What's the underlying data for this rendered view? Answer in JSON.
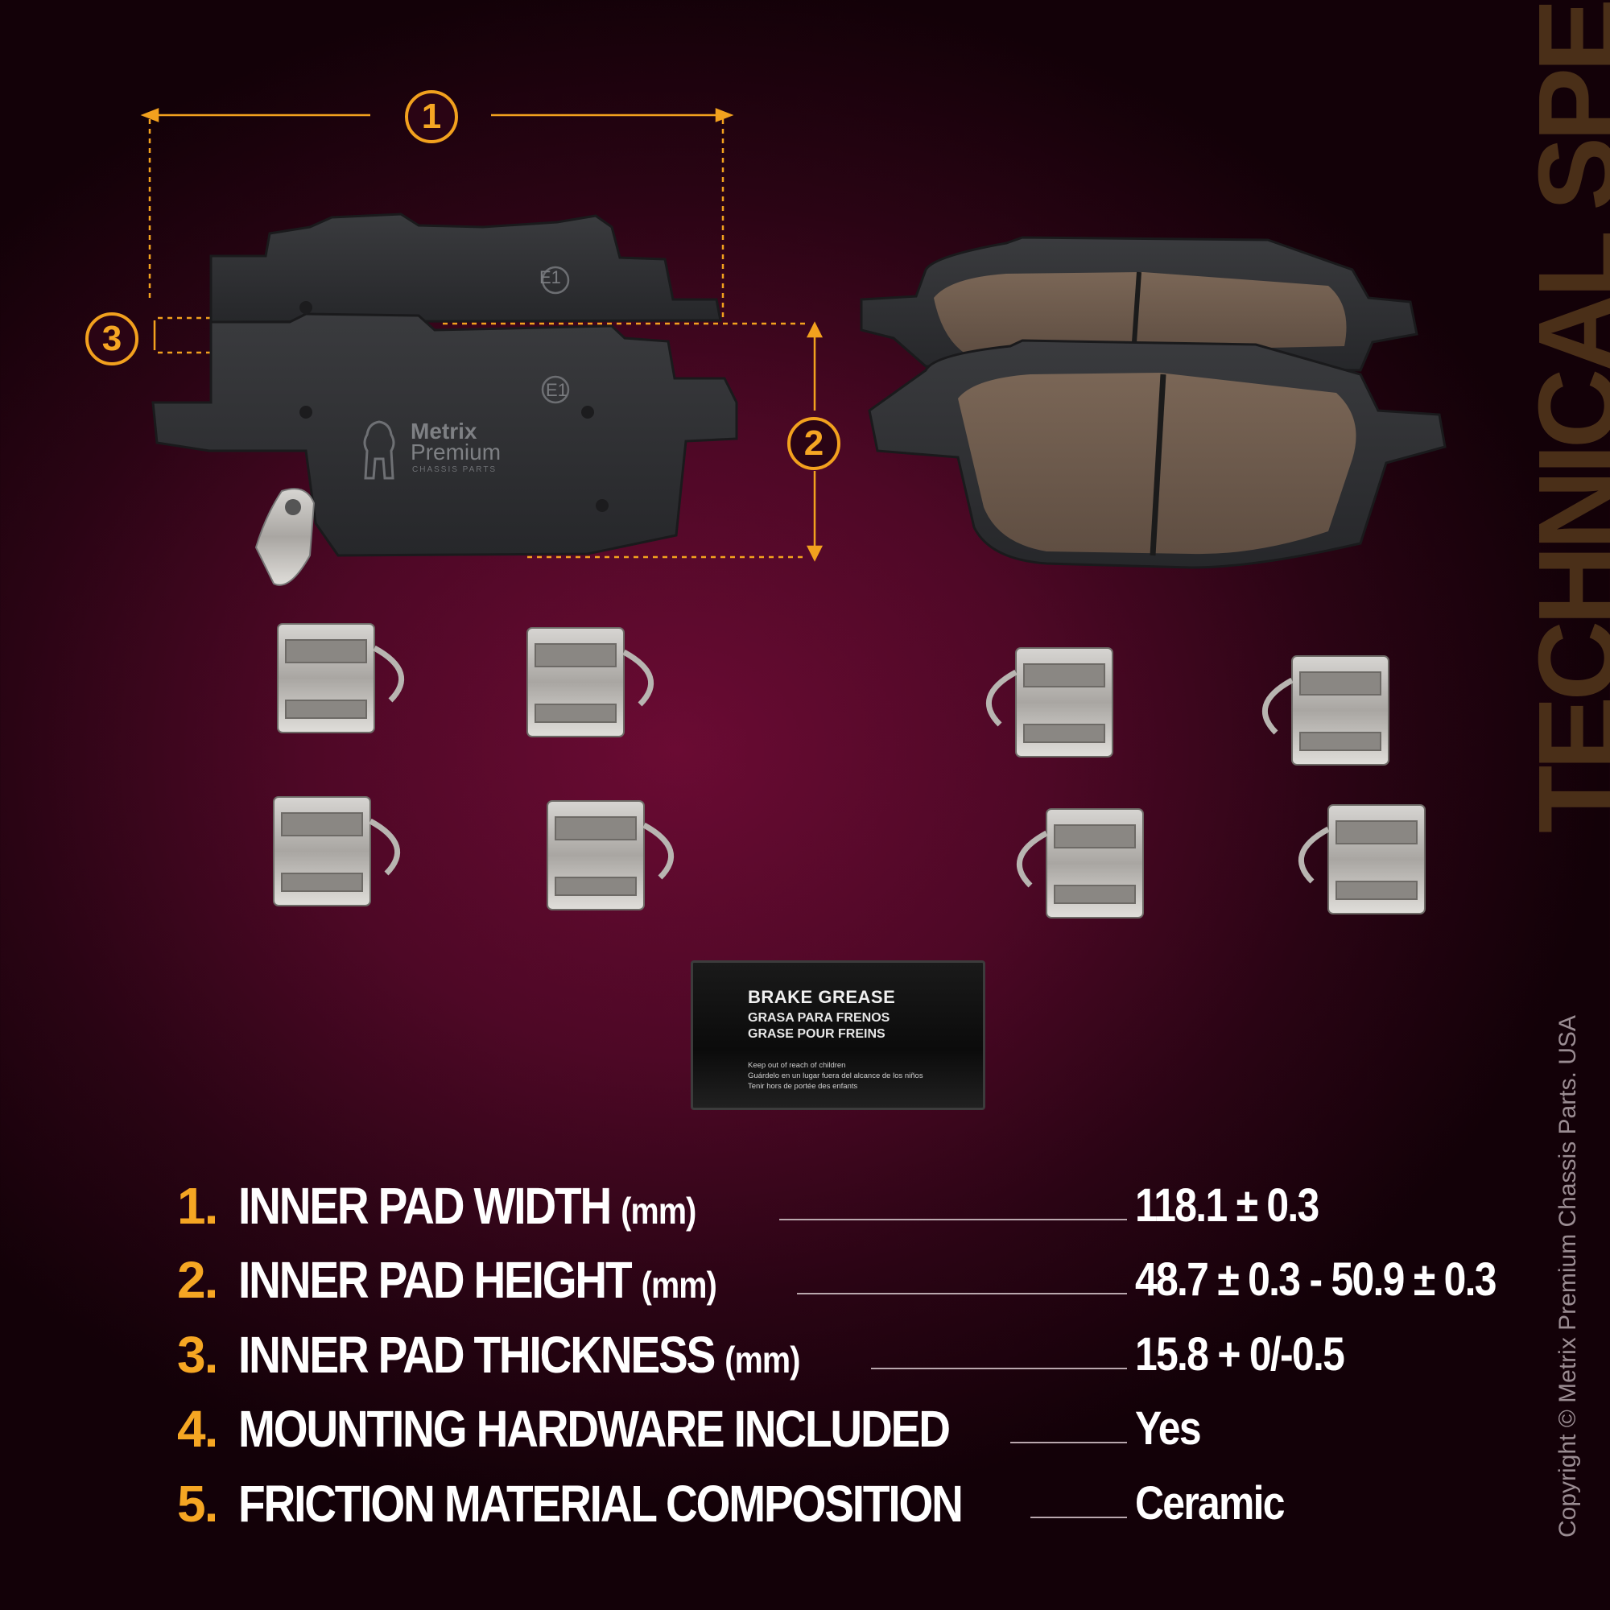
{
  "title": "TECHNICAL SPECS",
  "copyright": "Copyright © Metrix Premium Chassis Parts. USA",
  "callouts": [
    "1",
    "2",
    "3"
  ],
  "pad_marks": {
    "e_mark": "E1"
  },
  "logo": {
    "line1": "Metrix",
    "line2": "Premium",
    "line3": "CHASSIS PARTS"
  },
  "grease_packet": {
    "title": "BRAKE GREASE",
    "spanish": "GRASA PARA FRENOS",
    "french": "GRASE POUR FREINS",
    "warning_en": "Keep out of reach of children",
    "warning_es": "Guárdelo en un lugar fuera del alcance de los niños",
    "warning_fr": "Tenir hors de portée des enfants"
  },
  "specs": [
    {
      "num": "1.",
      "label": "INNER PAD WIDTH",
      "unit": "(mm)",
      "value": "118.1 ± 0.3"
    },
    {
      "num": "2.",
      "label": "INNER PAD HEIGHT",
      "unit": "(mm)",
      "value": "48.7 ± 0.3 - 50.9 ± 0.3"
    },
    {
      "num": "3.",
      "label": "INNER PAD THICKNESS",
      "unit": "(mm)",
      "value": "15.8 + 0/-0.5"
    },
    {
      "num": "4.",
      "label": "MOUNTING HARDWARE INCLUDED",
      "unit": "",
      "value": "Yes"
    },
    {
      "num": "5.",
      "label": "FRICTION MATERIAL COMPOSITION",
      "unit": "",
      "value": "Ceramic"
    }
  ],
  "colors": {
    "accent": "#f5a623",
    "background": "#4e0826",
    "text": "#ffffff"
  }
}
